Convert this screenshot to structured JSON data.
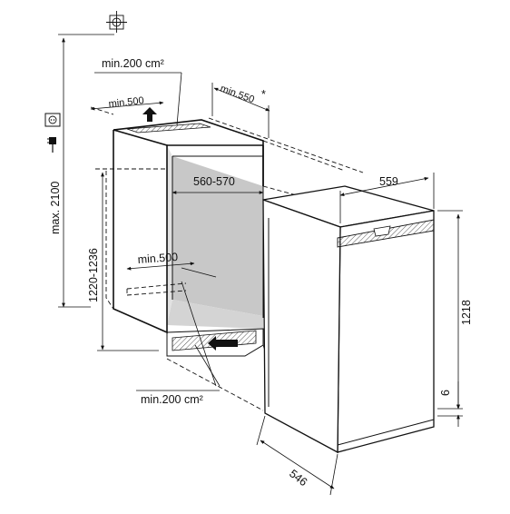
{
  "dimensions": {
    "max_height": "max. 2100",
    "niche_height": "1220-1236",
    "top_vent_area": "min.200 cm²",
    "top_depth": "min.500",
    "niche_depth": "min.550",
    "niche_depth_note": "*",
    "niche_width": "560-570",
    "bottom_depth": "min.500",
    "bottom_vent_area": "min.200 cm²",
    "appliance_width": "559",
    "appliance_height": "1218",
    "appliance_plinth": "6",
    "appliance_depth": "546"
  },
  "icons": [
    "crosshair-icon",
    "power-socket-icon",
    "power-plug-icon",
    "airflow-arrow-up-icon",
    "airflow-arrow-in-icon"
  ],
  "colors": {
    "niche_interior": "#c8c8c8",
    "niche_floor": "#d8d8d8",
    "line": "#111111"
  }
}
